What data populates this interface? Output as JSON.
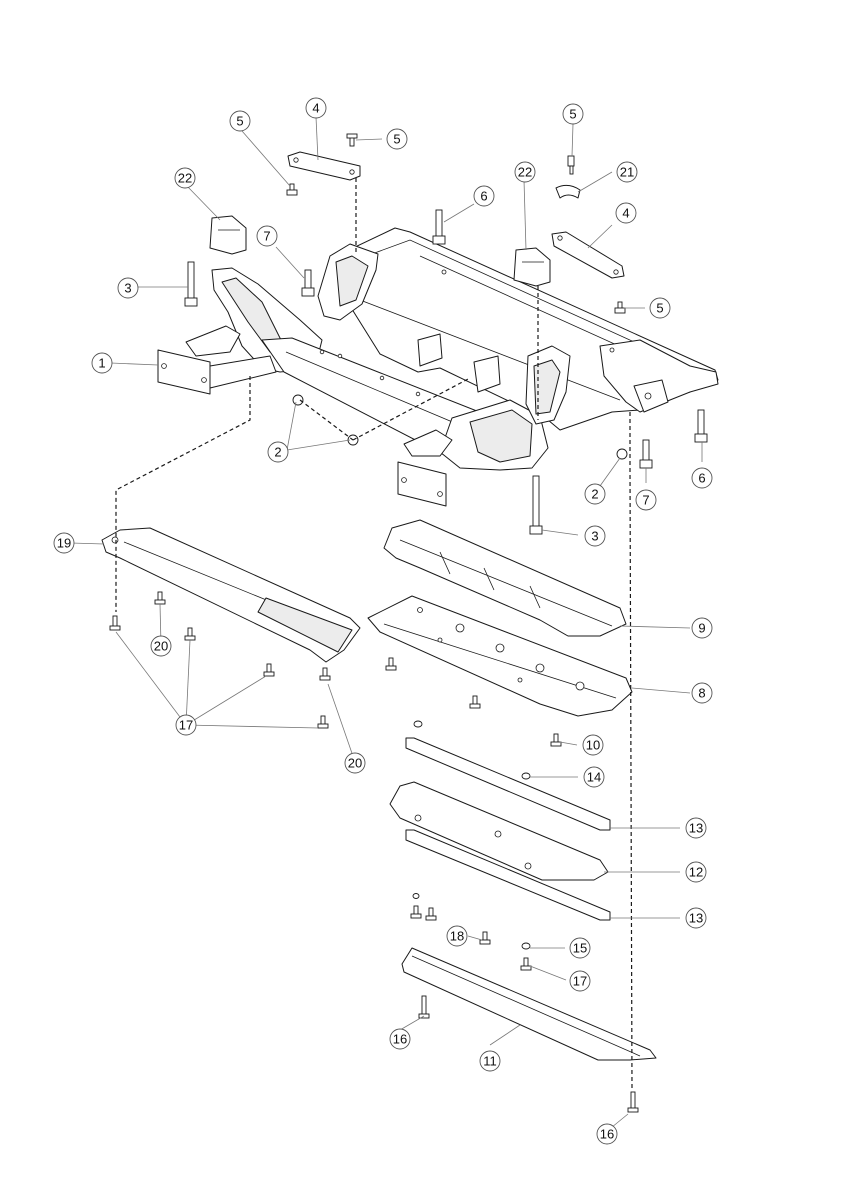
{
  "diagram": {
    "callouts": [
      {
        "id": "c1",
        "label": "1"
      },
      {
        "id": "c2a",
        "label": "2"
      },
      {
        "id": "c2b",
        "label": "2"
      },
      {
        "id": "c3a",
        "label": "3"
      },
      {
        "id": "c3b",
        "label": "3"
      },
      {
        "id": "c4a",
        "label": "4"
      },
      {
        "id": "c4b",
        "label": "4"
      },
      {
        "id": "c5a",
        "label": "5"
      },
      {
        "id": "c5b",
        "label": "5"
      },
      {
        "id": "c5c",
        "label": "5"
      },
      {
        "id": "c5d",
        "label": "5"
      },
      {
        "id": "c6a",
        "label": "6"
      },
      {
        "id": "c6b",
        "label": "6"
      },
      {
        "id": "c7a",
        "label": "7"
      },
      {
        "id": "c7b",
        "label": "7"
      },
      {
        "id": "c8",
        "label": "8"
      },
      {
        "id": "c9",
        "label": "9"
      },
      {
        "id": "c10",
        "label": "10"
      },
      {
        "id": "c11",
        "label": "11"
      },
      {
        "id": "c12",
        "label": "12"
      },
      {
        "id": "c13a",
        "label": "13"
      },
      {
        "id": "c13b",
        "label": "13"
      },
      {
        "id": "c14",
        "label": "14"
      },
      {
        "id": "c15",
        "label": "15"
      },
      {
        "id": "c16a",
        "label": "16"
      },
      {
        "id": "c16b",
        "label": "16"
      },
      {
        "id": "c17a",
        "label": "17"
      },
      {
        "id": "c17b",
        "label": "17"
      },
      {
        "id": "c18",
        "label": "18"
      },
      {
        "id": "c19",
        "label": "19"
      },
      {
        "id": "c20a",
        "label": "20"
      },
      {
        "id": "c20b",
        "label": "20"
      },
      {
        "id": "c21",
        "label": "21"
      },
      {
        "id": "c22a",
        "label": "22"
      },
      {
        "id": "c22b",
        "label": "22"
      }
    ]
  }
}
